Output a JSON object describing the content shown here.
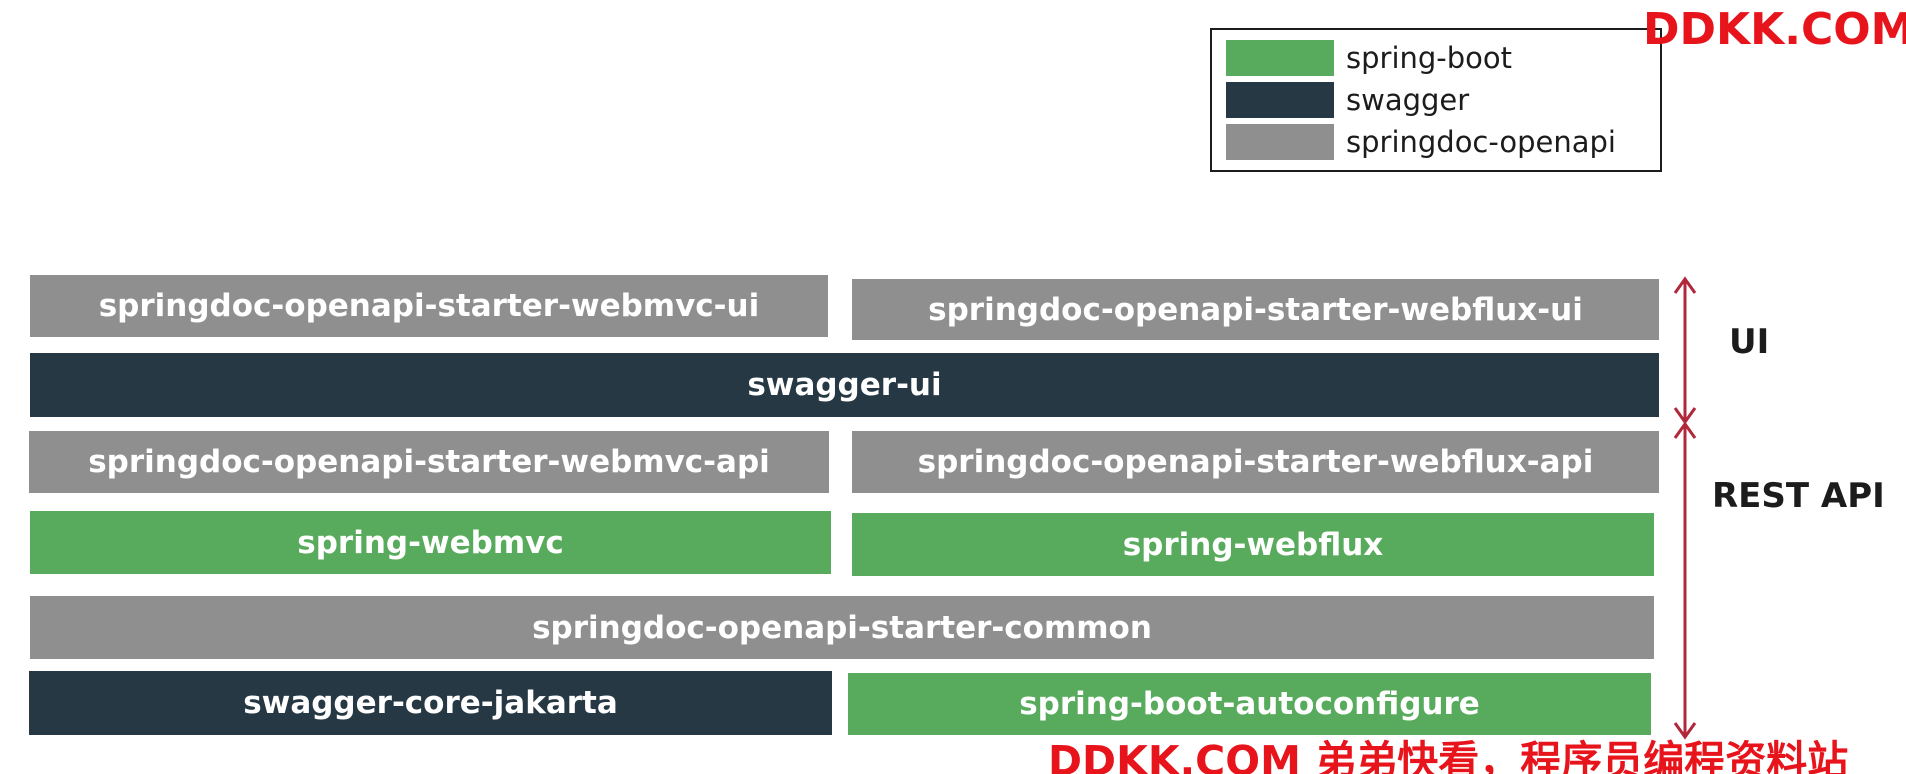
{
  "colors": {
    "spring_boot": "#58ab5c",
    "swagger": "#263843",
    "springdoc": "#8f8f8f",
    "arrow": "#b0283a",
    "watermark": "#e8141b"
  },
  "legend": [
    {
      "label": "spring-boot",
      "color": "#58ab5c"
    },
    {
      "label": "swagger",
      "color": "#263843"
    },
    {
      "label": "springdoc-openapi",
      "color": "#8f8f8f"
    }
  ],
  "boxes": {
    "webmvc_ui": "springdoc-openapi-starter-webmvc-ui",
    "webflux_ui": "springdoc-openapi-starter-webflux-ui",
    "swagger_ui": "swagger-ui",
    "webmvc_api": "springdoc-openapi-starter-webmvc-api",
    "webflux_api": "springdoc-openapi-starter-webflux-api",
    "spring_webmvc": "spring-webmvc",
    "spring_webflux": "spring-webflux",
    "common": "springdoc-openapi-starter-common",
    "swagger_core": "swagger-core-jakarta",
    "autoconfigure": "spring-boot-autoconfigure"
  },
  "layers": {
    "ui": "UI",
    "rest_api": "REST API"
  },
  "watermarks": {
    "top": "DDKK.COM",
    "bottom": "DDKK.COM 弟弟快看，程序员编程资料站"
  }
}
